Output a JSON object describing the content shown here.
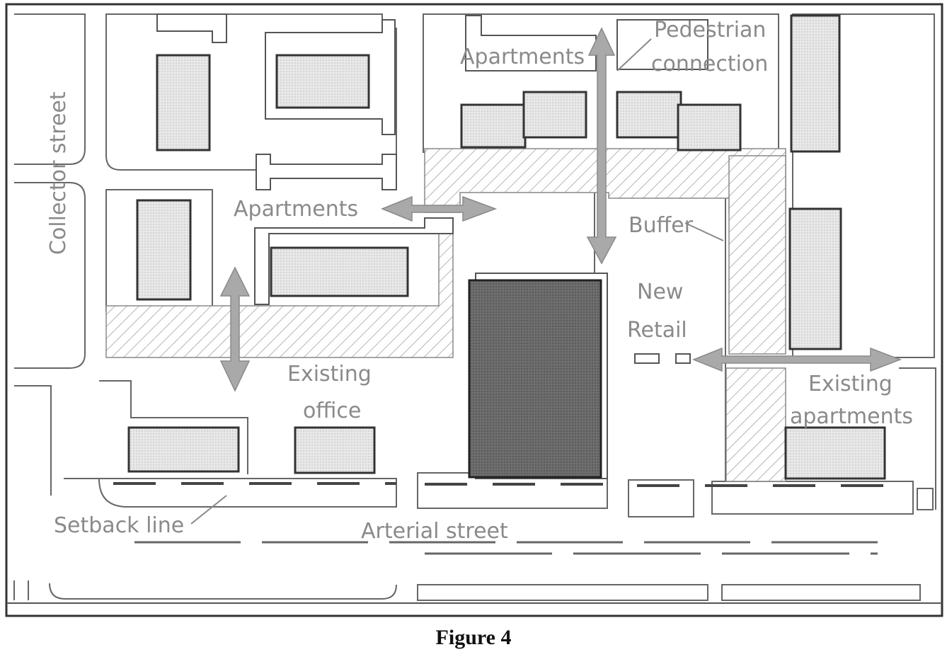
{
  "labels": {
    "collector_street": "Collector street",
    "apartments_top": "Apartments",
    "pedestrian_1": "Pedestrian",
    "pedestrian_2": "connection",
    "apartments_mid": "Apartments",
    "buffer": "Buffer",
    "new_1": "New",
    "new_2": "Retail",
    "existing_office_1": "Existing",
    "existing_office_2": "office",
    "existing_apts_1": "Existing",
    "existing_apts_2": "apartments",
    "setback_line": "Setback line",
    "arterial_street": "Arterial street"
  },
  "caption": "Figure 4",
  "colors": {
    "line": "#3a3a3a",
    "building_fill": "#e4e4e4",
    "retail_fill": "#6a6a6a",
    "arrow": "#a9a9a9",
    "label": "#8a8a8a",
    "hatch": "#b5b5b5"
  }
}
